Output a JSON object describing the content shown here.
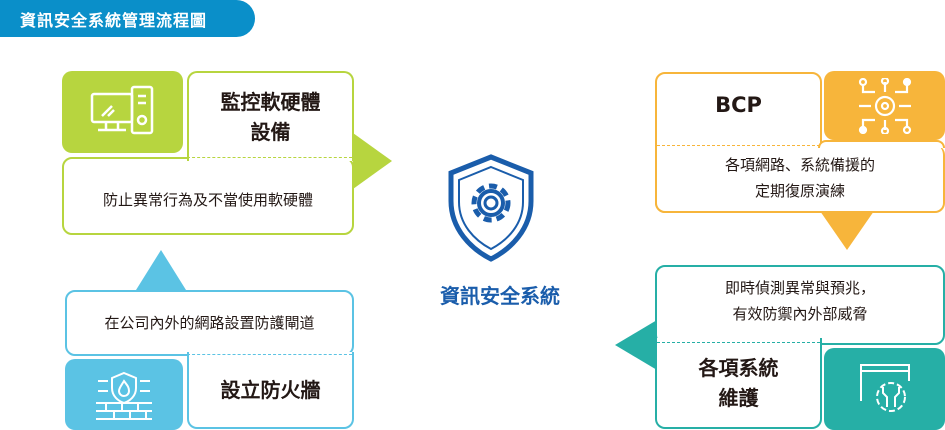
{
  "header": {
    "title": "資訊安全系統管理流程圖"
  },
  "center": {
    "label": "資訊安全系統",
    "icon": "shield-gear-icon"
  },
  "colors": {
    "green": "#B7D53F",
    "orange": "#F7B53B",
    "teal": "#26AFA6",
    "lightblue": "#5BC3E4",
    "blue": "#1A5DAB",
    "header": "#0A8FC9"
  },
  "cards": {
    "monitor": {
      "title_l1": "監控軟硬體",
      "title_l2": "設備",
      "desc": "防止異常行為及不當使用軟硬體",
      "icon": "computer-icon"
    },
    "bcp": {
      "title": "BCP",
      "desc_l1": "各項網路、系統備援的",
      "desc_l2": "定期復原演練",
      "icon": "circuit-gear-icon"
    },
    "maintain": {
      "title_l1": "各項系統",
      "title_l2": "維護",
      "desc_l1": "即時偵測異常與預兆，",
      "desc_l2": "有效防禦內外部威脅",
      "icon": "wrench-gear-icon"
    },
    "firewall": {
      "title": "設立防火牆",
      "desc": "在公司內外的網路設置防護閘道",
      "icon": "firewall-icon"
    }
  }
}
